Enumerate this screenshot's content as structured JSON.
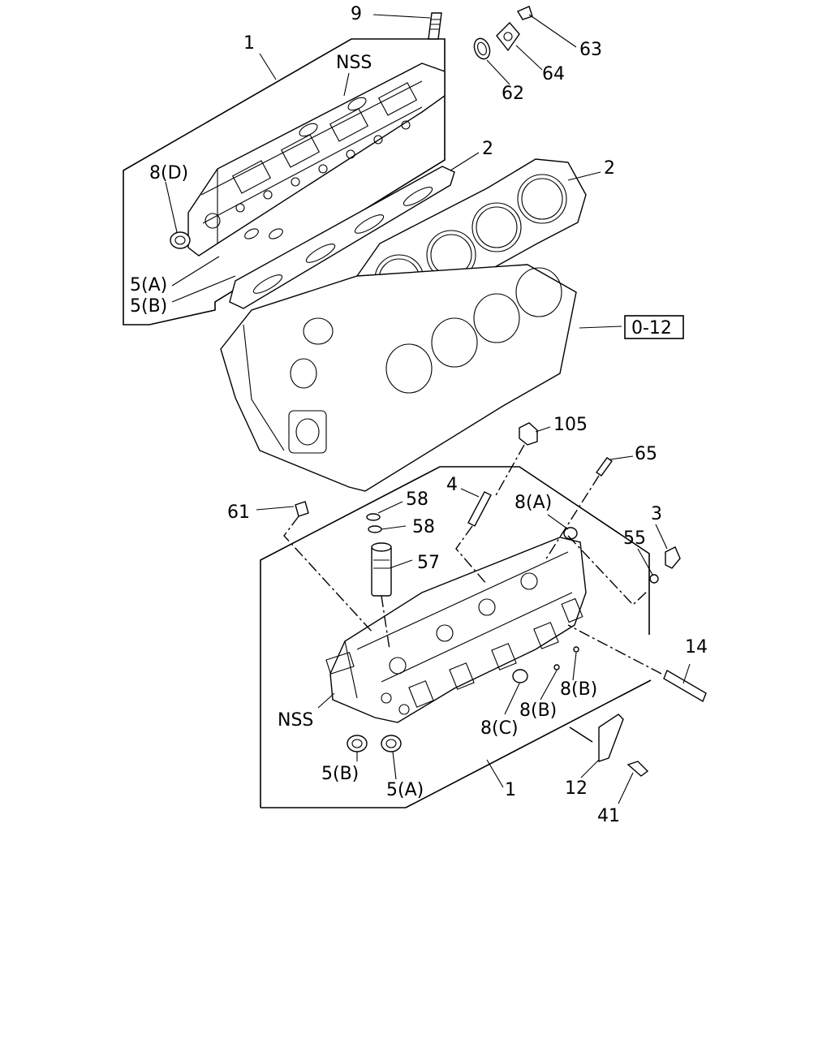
{
  "callouts": {
    "c9": "9",
    "c1_top": "1",
    "nss_top": "NSS",
    "c8d": "8(D)",
    "c5a_top": "5(A)",
    "c5b_top": "5(B)",
    "c2_left": "2",
    "c2_right": "2",
    "c63": "63",
    "c64": "64",
    "c62": "62",
    "ref_box": "0-12",
    "c105": "105",
    "c65": "65",
    "c4": "4",
    "c58a": "58",
    "c58b": "58",
    "c8a": "8(A)",
    "c61": "61",
    "c3": "3",
    "c55": "55",
    "c57": "57",
    "c14": "14",
    "nss_bottom": "NSS",
    "c8b_right": "8(B)",
    "c8b_left": "8(B)",
    "c8c": "8(C)",
    "c5b_bottom": "5(B)",
    "c5a_bottom": "5(A)",
    "c1_bottom": "1",
    "c12": "12",
    "c41": "41"
  }
}
